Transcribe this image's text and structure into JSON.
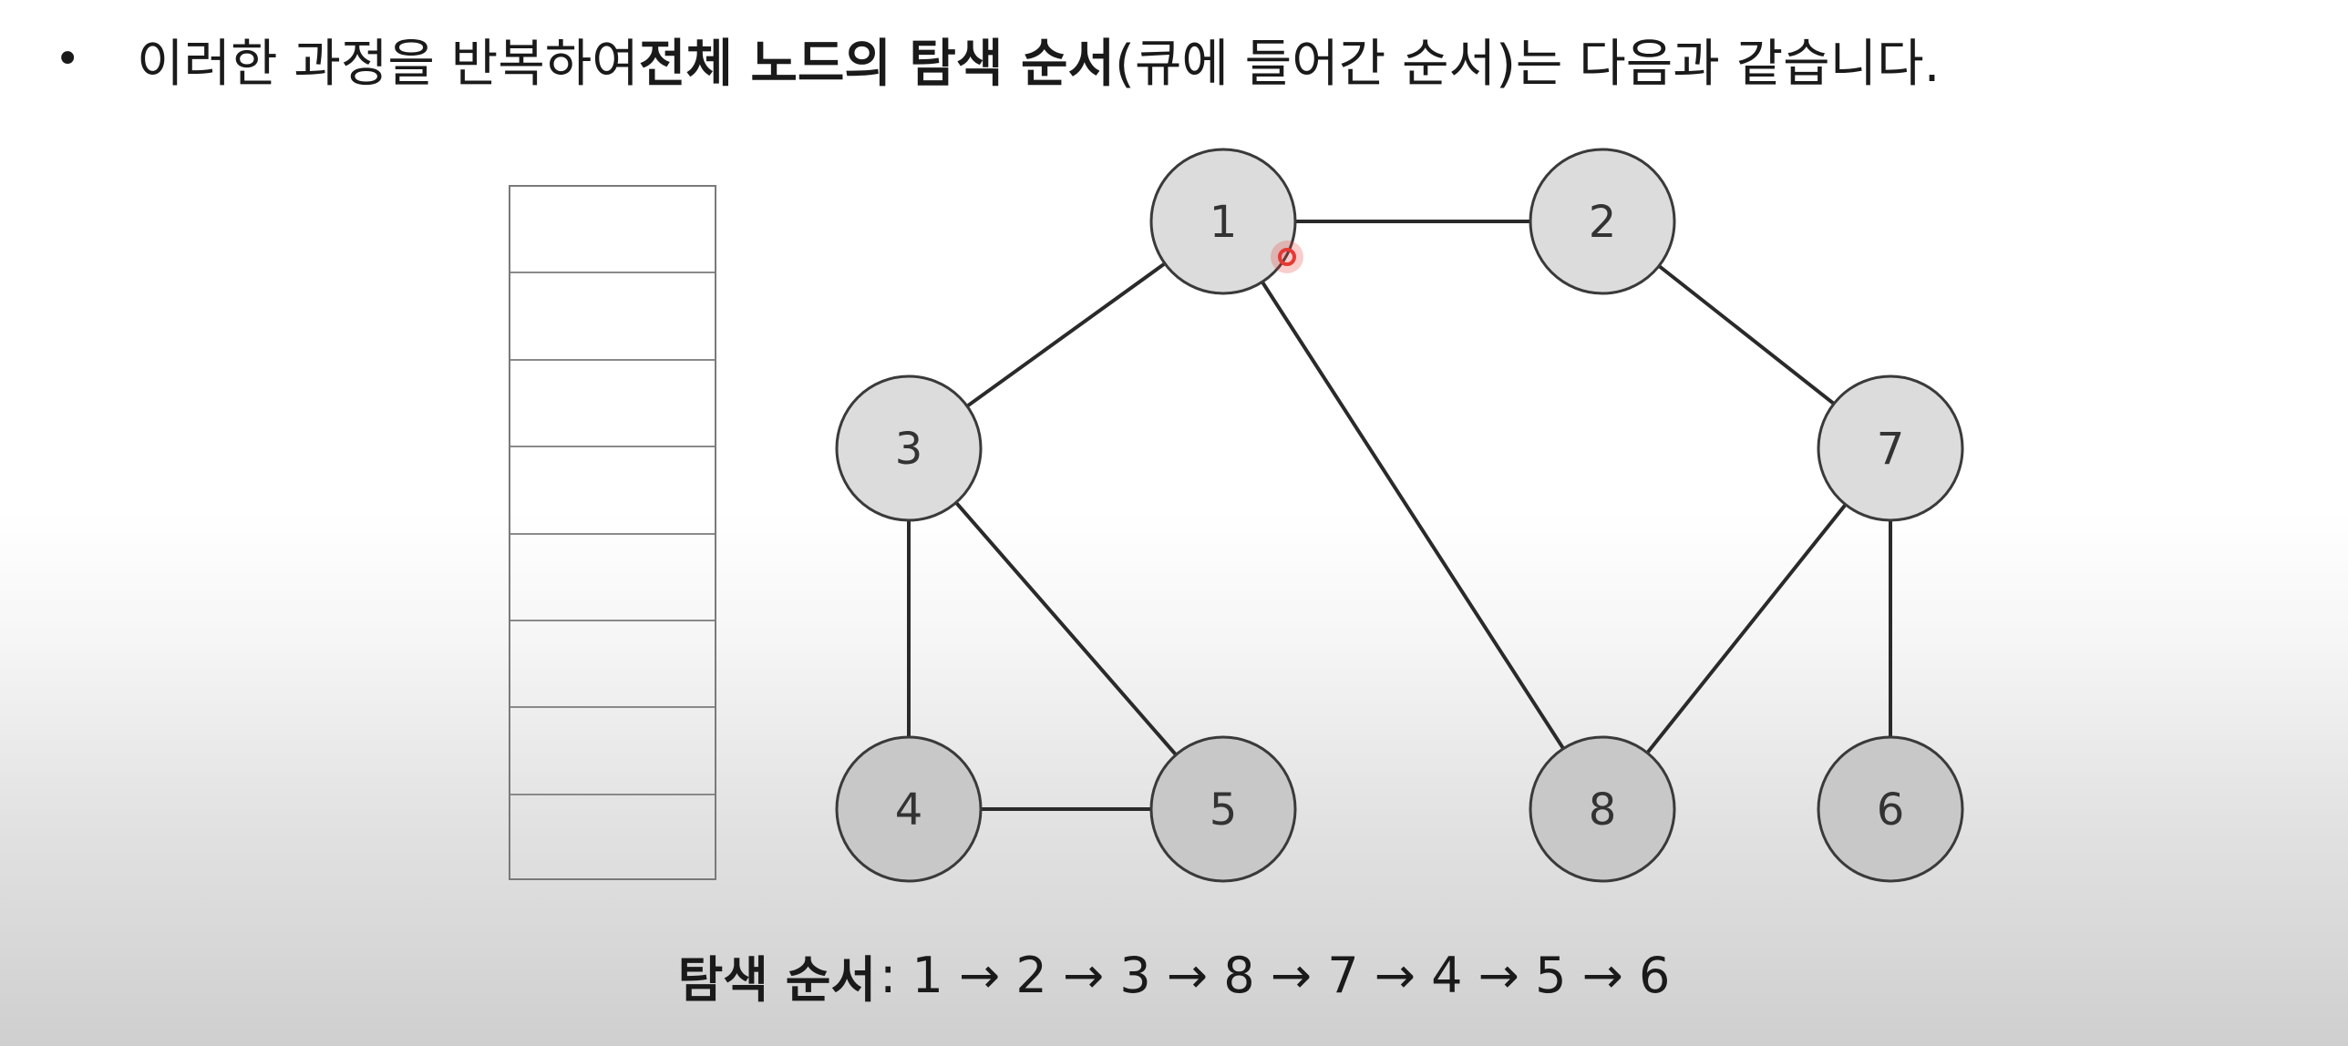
{
  "header": {
    "bullet": "•",
    "text_pre": "이러한 과정을 반복하여 ",
    "text_bold": "전체 노드의 탐색 순서",
    "text_post": "(큐에 들어간 순서)는 다음과 같습니다."
  },
  "queue": {
    "cells": [
      "",
      "",
      "",
      "",
      "",
      "",
      "",
      ""
    ]
  },
  "graph": {
    "nodes": [
      {
        "id": "1",
        "label": "1"
      },
      {
        "id": "2",
        "label": "2"
      },
      {
        "id": "3",
        "label": "3"
      },
      {
        "id": "7",
        "label": "7"
      },
      {
        "id": "4",
        "label": "4"
      },
      {
        "id": "5",
        "label": "5"
      },
      {
        "id": "8",
        "label": "8"
      },
      {
        "id": "6",
        "label": "6"
      }
    ],
    "edges": [
      [
        "1",
        "2"
      ],
      [
        "1",
        "3"
      ],
      [
        "1",
        "8"
      ],
      [
        "2",
        "7"
      ],
      [
        "3",
        "4"
      ],
      [
        "3",
        "5"
      ],
      [
        "4",
        "5"
      ],
      [
        "7",
        "8"
      ],
      [
        "7",
        "6"
      ]
    ],
    "node_fill": "#dcdcdc",
    "node_stroke": "#3a3a3a",
    "edge_color": "#2a2a2a",
    "cursor_color": "#e53935"
  },
  "footer": {
    "label_bold": "탐색 순서",
    "sequence": ": 1 → 2 → 3 → 8 → 7 → 4 → 5 → 6"
  }
}
